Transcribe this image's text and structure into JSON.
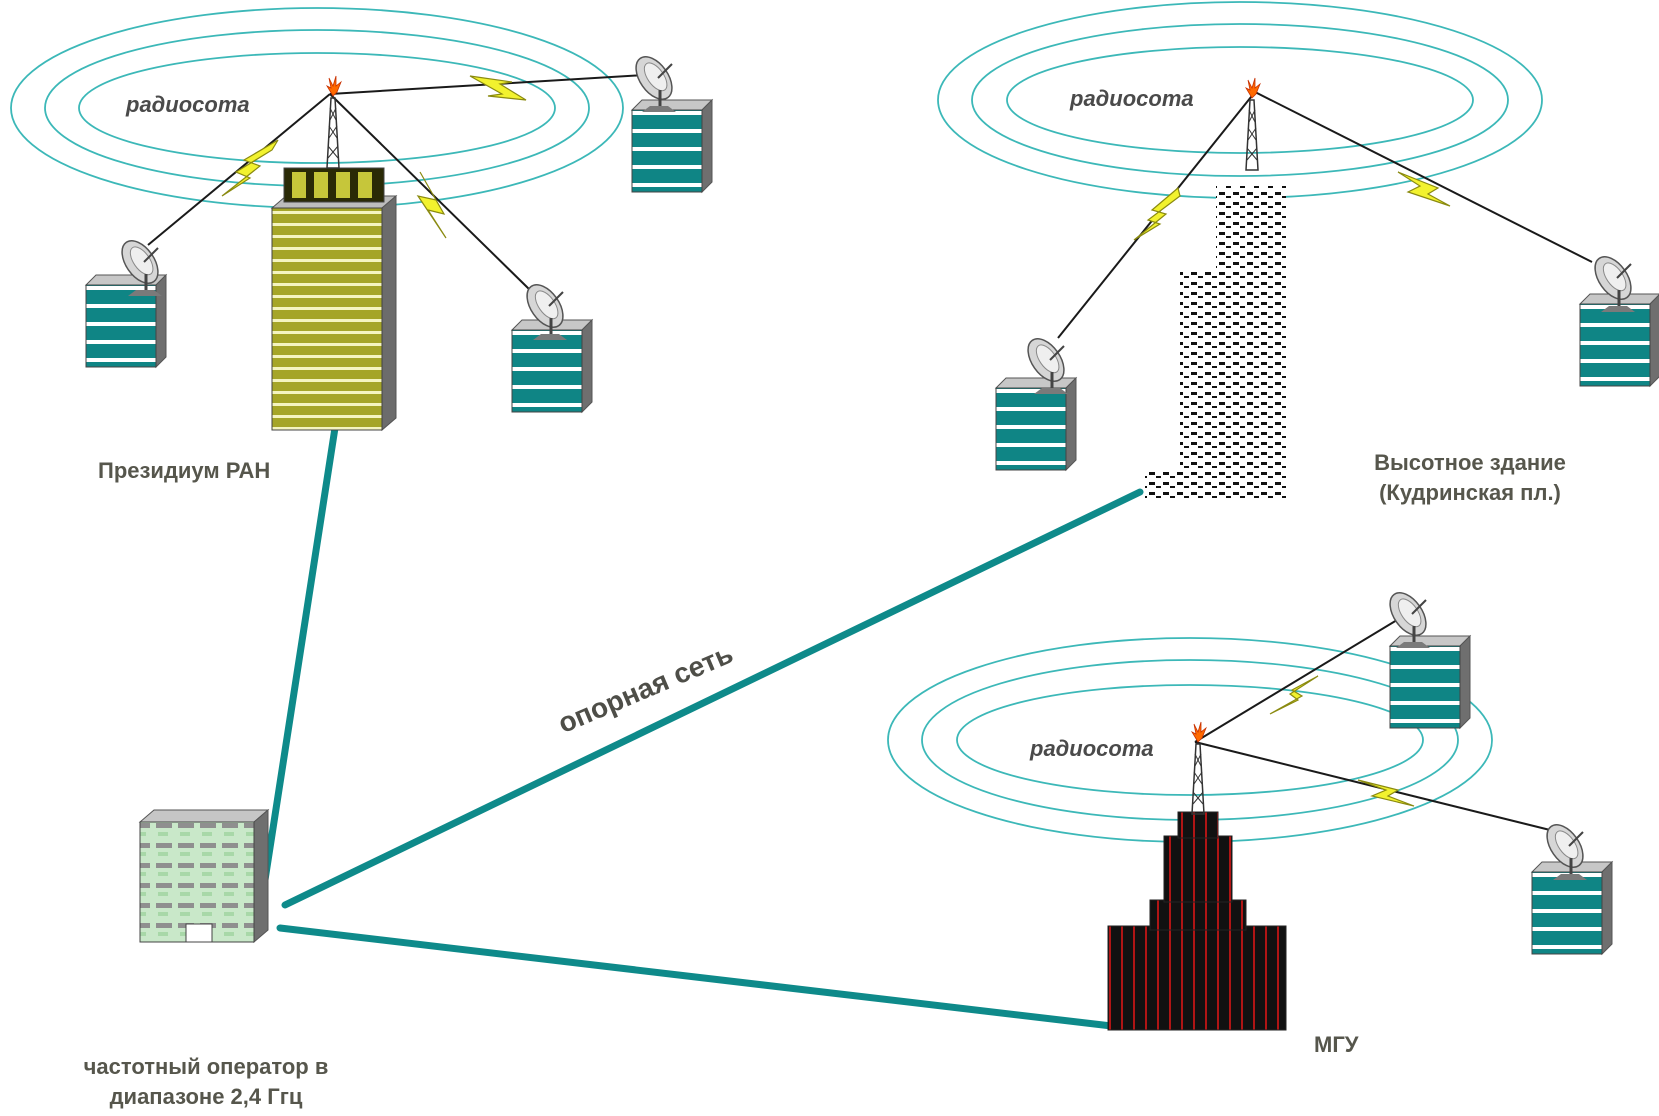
{
  "cells": [
    {
      "label": "радиосота"
    },
    {
      "label": "радиосота"
    },
    {
      "label": "радиосота"
    }
  ],
  "sites": {
    "presidium": "Президиум РАН",
    "highrise_line1": "Высотное здание",
    "highrise_line2": "(Кудринская пл.)",
    "msu": "МГУ",
    "operator_line1": "частотный оператор в",
    "operator_line2": "диапазоне 2,4 Ггц"
  },
  "backbone": {
    "label": "опорная сеть"
  },
  "colors": {
    "ring": "#3cb8b8",
    "backbone": "#0e8a8a",
    "radio_link": "#f2f22e",
    "client_building": "#0f8585",
    "presidium_building": "#9f9f22",
    "msu_building": "#7a0f0f",
    "antenna_flame": "#ff6a00"
  }
}
